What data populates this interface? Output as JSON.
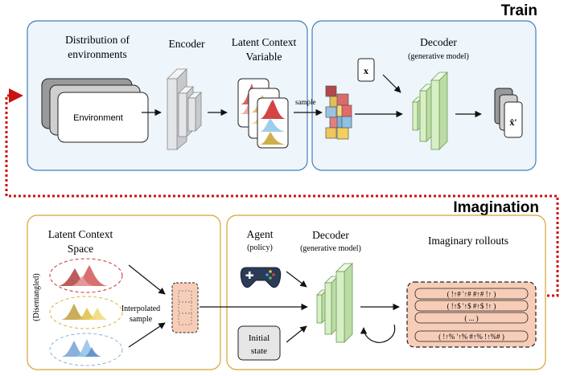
{
  "sections": {
    "train": "Train",
    "imagination": "Imagination"
  },
  "train": {
    "distribution_title_line1": "Distribution of",
    "distribution_title_line2": "environments",
    "environment_card": "Environment",
    "encoder": "Encoder",
    "latent_title_line1": "Latent Context",
    "latent_title_line2": "Variable",
    "sample_label": "sample",
    "decoder_title": "Decoder",
    "decoder_subtitle": "(generative model)",
    "input_x": "x",
    "output_x": "x̂′"
  },
  "imagination": {
    "latent_space_line1": "Latent Context",
    "latent_space_line2": "Space",
    "disentangled": "(Disentangled)",
    "interpolated_line1": "Interpolated",
    "interpolated_line2": "sample",
    "agent_title": "Agent",
    "agent_subtitle": "(policy)",
    "decoder_title": "Decoder",
    "decoder_subtitle": "(generative model)",
    "initial_line1": "Initial",
    "initial_line2": "state",
    "rollouts_title": "Imaginary rollouts",
    "rollouts": [
      "( !↑# '↑# #↑# !↑ )",
      "( !↑$ '↑$ #↑$ !↑ )",
      "( ... )",
      "( !↑% '↑% #↑% !↑%# )"
    ]
  },
  "colors": {
    "panel_fill": "#eef5fb",
    "panel_stroke": "#3f7fb8",
    "imag_stroke": "#d4a535",
    "encoder_fill": "#e3e5e8",
    "decoder_fill": "#d8efc6",
    "rollout_fill": "#f7cdb8",
    "dotted_red": "#cc1111"
  }
}
